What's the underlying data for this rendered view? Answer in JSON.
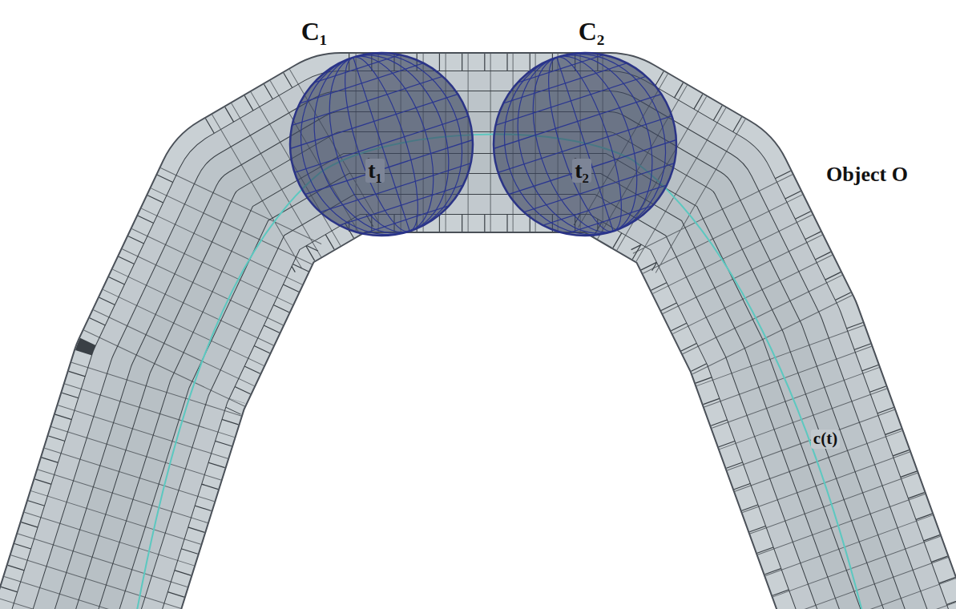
{
  "diagram": {
    "labels": [
      "C₁",
      "C₂",
      "t₁",
      "t₂",
      "Object O",
      "c(t)"
    ]
  }
}
